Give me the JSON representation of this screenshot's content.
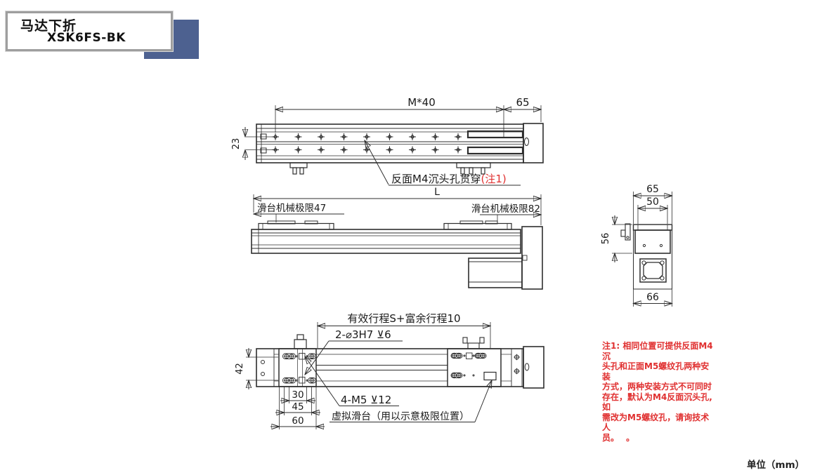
{
  "title_block": {
    "line1": "马达下折",
    "line2": "XSK6FS-BK"
  },
  "colors": {
    "accent_blue": "#4d6190",
    "line": "#2e2e2e",
    "red": "#e03030"
  },
  "views": {
    "top_view": {
      "dim_m40": "M*40",
      "dim_65": "65",
      "dim_23": "23",
      "label_back_hole": "反面M4沉头孔贯穿",
      "label_back_hole_note": "(注1)"
    },
    "side_view": {
      "dim_L": "L",
      "limit_left": "滑台机械极限47",
      "limit_right": "滑台机械极限82"
    },
    "end_view": {
      "dim_65": "65",
      "dim_50": "50",
      "dim_56": "56",
      "dim_66": "66"
    },
    "bottom_view": {
      "dim_stroke": "有效行程S+富余行程10",
      "dim_pin": "2-⌀3H7 ⊻6",
      "dim_42": "42",
      "dim_30": "30",
      "dim_45": "45",
      "dim_60": "60",
      "dim_m5": "4-M5 ⊻12",
      "label_virtual": "虚拟滑台（用以示意极限位置）"
    }
  },
  "note": {
    "lines": [
      "注1: 相同位置可提供反面M4沉",
      "头孔和正面M5螺纹孔两种安装",
      "方式，两种安装方式不可同时",
      "存在，默认为M4反面沉头孔,如",
      "需改为M5螺纹孔，请询技术人",
      "员。　 。"
    ]
  },
  "footer": {
    "unit": "单位（mm）"
  }
}
